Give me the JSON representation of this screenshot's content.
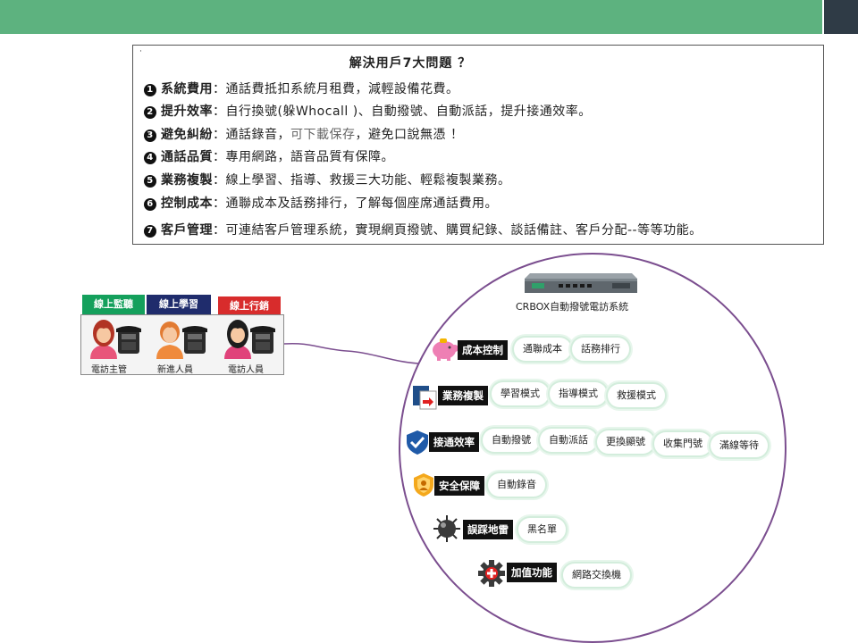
{
  "header": {
    "accent": "#5db27f",
    "corner": "#2f3b46"
  },
  "problems": {
    "dot": "·",
    "title": "解決用戶7大問題 ？",
    "items": [
      {
        "num": "1",
        "label": "系統費用",
        "sep": "：",
        "text": "通話費抵扣系統月租費，減輕設備花費。",
        "soft": "",
        "tail": ""
      },
      {
        "num": "2",
        "label": "提升效率",
        "sep": "：",
        "text": "自行換號(躲Whocall )、自動撥號、自動派話，提升接通效率。",
        "soft": "",
        "tail": ""
      },
      {
        "num": "3",
        "label": "避免糾紛",
        "sep": "：",
        "text": "通話錄音，",
        "soft": "可下載保存",
        "tail": "，避免口說無憑 ！"
      },
      {
        "num": "4",
        "label": "通話品質",
        "sep": "：",
        "text": "專用網路，語音品質有保障。",
        "soft": "",
        "tail": ""
      },
      {
        "num": "5",
        "label": "業務複製",
        "sep": "：",
        "text": "線上學習、指導、救援三大功能、輕鬆複製業務。",
        "soft": "",
        "tail": ""
      },
      {
        "num": "6",
        "label": "控制成本",
        "sep": "：",
        "text": "通聯成本及話務排行，了解每個座席通話費用。",
        "soft": "",
        "tail": ""
      },
      {
        "num": "7",
        "label": "客戶管理",
        "sep": "：",
        "text": "可連結客戶管理系統，實現網頁撥號、購買紀錄、談話備註、客戶分配--等等功能。",
        "soft": "",
        "tail": ""
      }
    ]
  },
  "users": {
    "tags": {
      "monitor": "線上監聽",
      "learn": "線上學習",
      "marketing": "線上行銷"
    },
    "people": [
      {
        "caption": "電訪主管",
        "hair": "#b13424"
      },
      {
        "caption": "新進人員",
        "hair": "#e27b33"
      },
      {
        "caption": "電訪人員",
        "hair": "#1d1d1d"
      }
    ]
  },
  "system": {
    "device_caption": "CRBOX自動撥號電訪系統",
    "categories": [
      {
        "icon": "piggy-bank-icon",
        "label": "成本控制",
        "features": [
          "通聯成本",
          "話務排行"
        ]
      },
      {
        "icon": "copy-document-icon",
        "label": "業務複製",
        "features": [
          "學習模式",
          "指導模式",
          "救援模式"
        ]
      },
      {
        "icon": "check-shield-icon",
        "label": "接通效率",
        "features": [
          "自動撥號",
          "自動派話",
          "更換顯號",
          "收集門號",
          "滿線等待"
        ]
      },
      {
        "icon": "security-badge-icon",
        "label": "安全保障",
        "features": [
          "自動錄音"
        ]
      },
      {
        "icon": "landmine-icon",
        "label": "誤踩地雷",
        "features": [
          "黑名單"
        ]
      },
      {
        "icon": "plus-gear-icon",
        "label": "加值功能",
        "features": [
          "網路交換機"
        ]
      }
    ]
  }
}
